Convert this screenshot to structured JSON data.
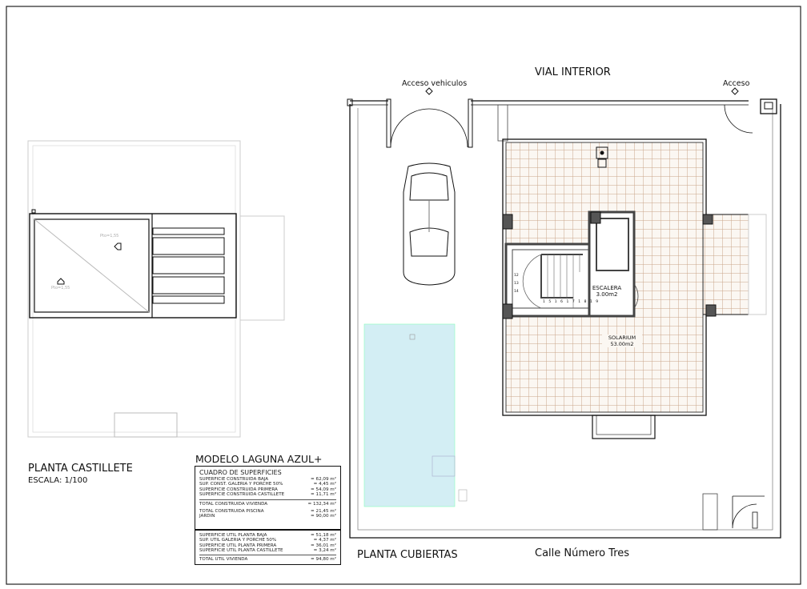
{
  "plans": {
    "left": {
      "title": "PLANTA CASTILLETE",
      "scale": "ESCALA: 1/100",
      "levels": [
        "Pto=1,55",
        "Pto=1,55"
      ]
    },
    "right": {
      "title": "PLANTA CUBIERTAS",
      "top_road": "VIAL INTERIOR",
      "bottom_road": "Calle Número Tres",
      "vehicle_access": "Acceso vehiculos",
      "access": "Acceso",
      "stair_room": {
        "name": "ESCALERA",
        "area": "3.00m2"
      },
      "solarium": {
        "name": "SOLARIUM",
        "area": "53.00m2"
      },
      "stair_steps": [
        "12",
        "13",
        "14",
        "15",
        "16",
        "17",
        "18",
        "19"
      ]
    }
  },
  "model": {
    "title": "MODELO LAGUNA AZUL+",
    "table_title": "CUADRO DE SUPERFICIES",
    "built": [
      {
        "label": "SUPERFICIE CONSTRUIDA BAJA",
        "value": "= 62,09 m²"
      },
      {
        "label": "SUP. CONST. GALERIA Y PORCHE 50%",
        "value": "= 4,45 m²"
      },
      {
        "label": "SUPERFICIE CONSTRUIDA PRIMERA",
        "value": "= 54,09 m²"
      },
      {
        "label": "SUPERFICIE CONSTRUIDA CASTILLETE",
        "value": "= 11,71 m²"
      }
    ],
    "total_built": {
      "label": "TOTAL CONSTRUIDA VIVIENDA",
      "value": "= 132,34 m²"
    },
    "extras": [
      {
        "label": "TOTAL CONSTRUIDA PISCINA",
        "value": "= 21,45 m²"
      },
      {
        "label": "JARDIN",
        "value": "= 90,00 m²"
      }
    ],
    "useful": [
      {
        "label": "SUPERFICIE UTIL PLANTA BAJA",
        "value": "= 51,18 m²"
      },
      {
        "label": "SUP. UTIL GALERIA Y PORCHE 50%",
        "value": "= 4,37 m²"
      },
      {
        "label": "SUPERFICIE UTIL PLANTA PRIMERA",
        "value": "= 36,01 m²"
      },
      {
        "label": "SUPERFICIE UTIL PLANTA CASTILLETE",
        "value": "= 3,24 m²"
      }
    ],
    "total_useful": {
      "label": "TOTAL UTIL VIVIENDA",
      "value": "= 94,80 m²"
    }
  },
  "colors": {
    "tile": "#c9a689",
    "pool": "#d3eef4",
    "line": "#111111",
    "faint": "#cccccc"
  }
}
